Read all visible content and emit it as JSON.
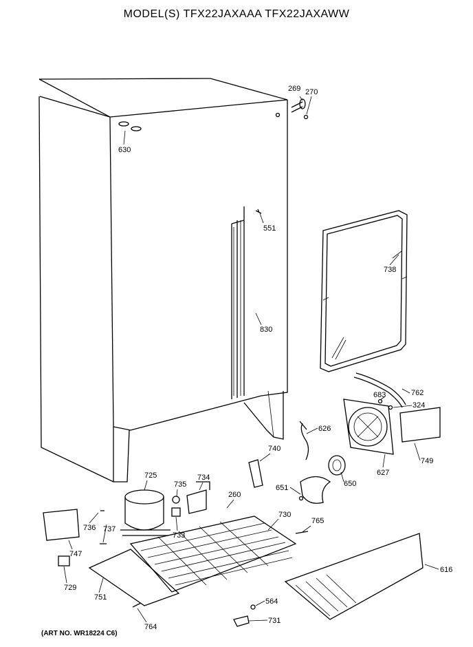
{
  "title": "MODEL(S) TFX22JAXAAA  TFX22JAXAWW",
  "art_no": "(ART NO. WR18224 C6)",
  "parts": {
    "p269": "269",
    "p270": "270",
    "p630": "630",
    "p551": "551",
    "p738": "738",
    "p830": "830",
    "p762": "762",
    "p683": "683",
    "p324": "324",
    "p626": "626",
    "p740": "740",
    "p749": "749",
    "p627": "627",
    "p650": "650",
    "p651": "651",
    "p725": "725",
    "p735": "735",
    "p734": "734",
    "p260": "260",
    "p730": "730",
    "p765": "765",
    "p736": "736",
    "p737": "737",
    "p733": "733",
    "p747": "747",
    "p729": "729",
    "p751": "751",
    "p616": "616",
    "p564": "564",
    "p731": "731",
    "p764": "764"
  }
}
